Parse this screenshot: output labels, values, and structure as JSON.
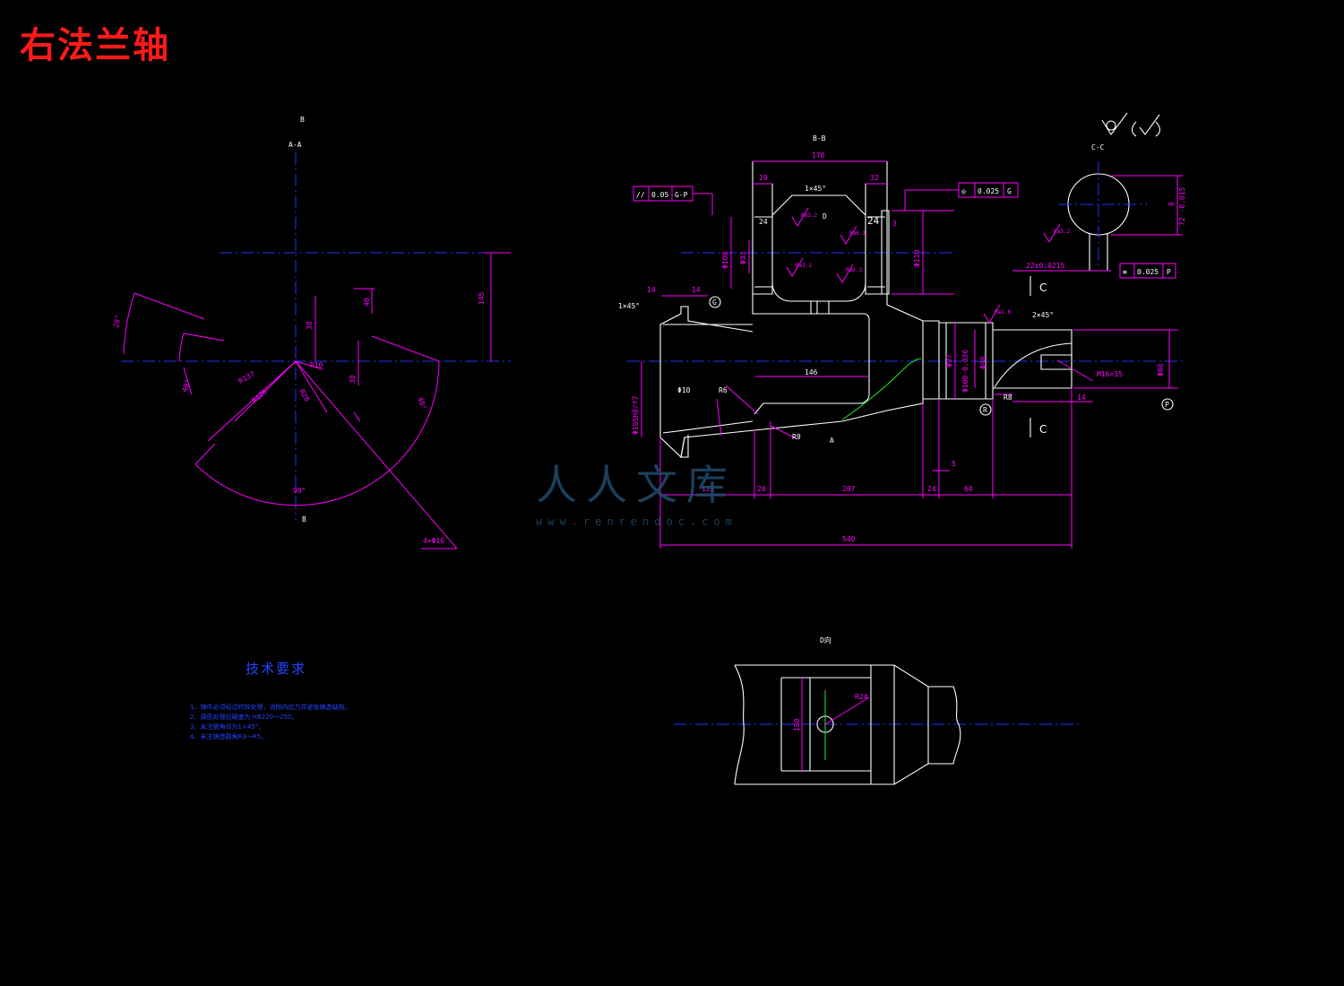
{
  "title": "右法兰轴",
  "colors": {
    "title": "#ff1a1a",
    "outline": "#ffffff",
    "dimension": "#ff00ff",
    "centerline": "#2233ff",
    "tech_text": "#2244ff"
  },
  "views": {
    "aa": {
      "top_label": "B",
      "section": "A-A",
      "bottom_label": "B"
    },
    "bb": {
      "label": "B-B"
    },
    "cc": {
      "label": "C-C"
    },
    "d": {
      "label": "D向"
    },
    "datums": [
      "G",
      "R",
      "P"
    ],
    "section_marks": [
      "C",
      "C"
    ]
  },
  "dimensions": {
    "aa": [
      "145",
      "40",
      "30",
      "R137",
      "R126",
      "R10",
      "R20",
      "30",
      "28°",
      "40°",
      "40°",
      "90°",
      "4×Φ16"
    ],
    "main": [
      "178",
      "29",
      "32",
      "1×45°",
      "24",
      "24",
      "3",
      "Φ100",
      "Φ33",
      "Φ110",
      "14",
      "14",
      "1×45°",
      "146",
      "Φ10",
      "R6",
      "R9",
      "A",
      "Φ105H8/f7",
      "123",
      "20",
      "207",
      "24",
      "64",
      "540",
      "5",
      "Φ97",
      "Φ100-0.036",
      "Φ98",
      "2×45°",
      "R8",
      "14",
      "M16×35",
      "Φ80",
      "D"
    ],
    "cc": [
      "22±0.0215",
      "0",
      "72 -0.015"
    ],
    "d": [
      "R24",
      "180"
    ]
  },
  "tolerances": {
    "parallel": {
      "symbol": "//",
      "value": "0.05",
      "datum": "G-P"
    },
    "concentric": {
      "symbol": "◎",
      "value": "0.025",
      "datum": "G"
    },
    "symmetry": {
      "symbol": "≡",
      "value": "0.025",
      "datum": "P"
    }
  },
  "roughness": [
    "Ra3.2",
    "Ra6.3",
    "Ra3.2",
    "Ra6.3",
    "Ra1.6",
    "Ra3.2"
  ],
  "tech": {
    "title": "技术要求",
    "items": [
      "1、铸件必须经过时效处理，消除内应力并避免铸造缺陷。",
      "2、调质处理后硬度为 HB220～250。",
      "3、未注倒角均为1×45°。",
      "4、未注铸造圆角R3～R5。"
    ]
  },
  "watermark": {
    "main": "人人文库",
    "url": "www.renrendoc.com"
  }
}
